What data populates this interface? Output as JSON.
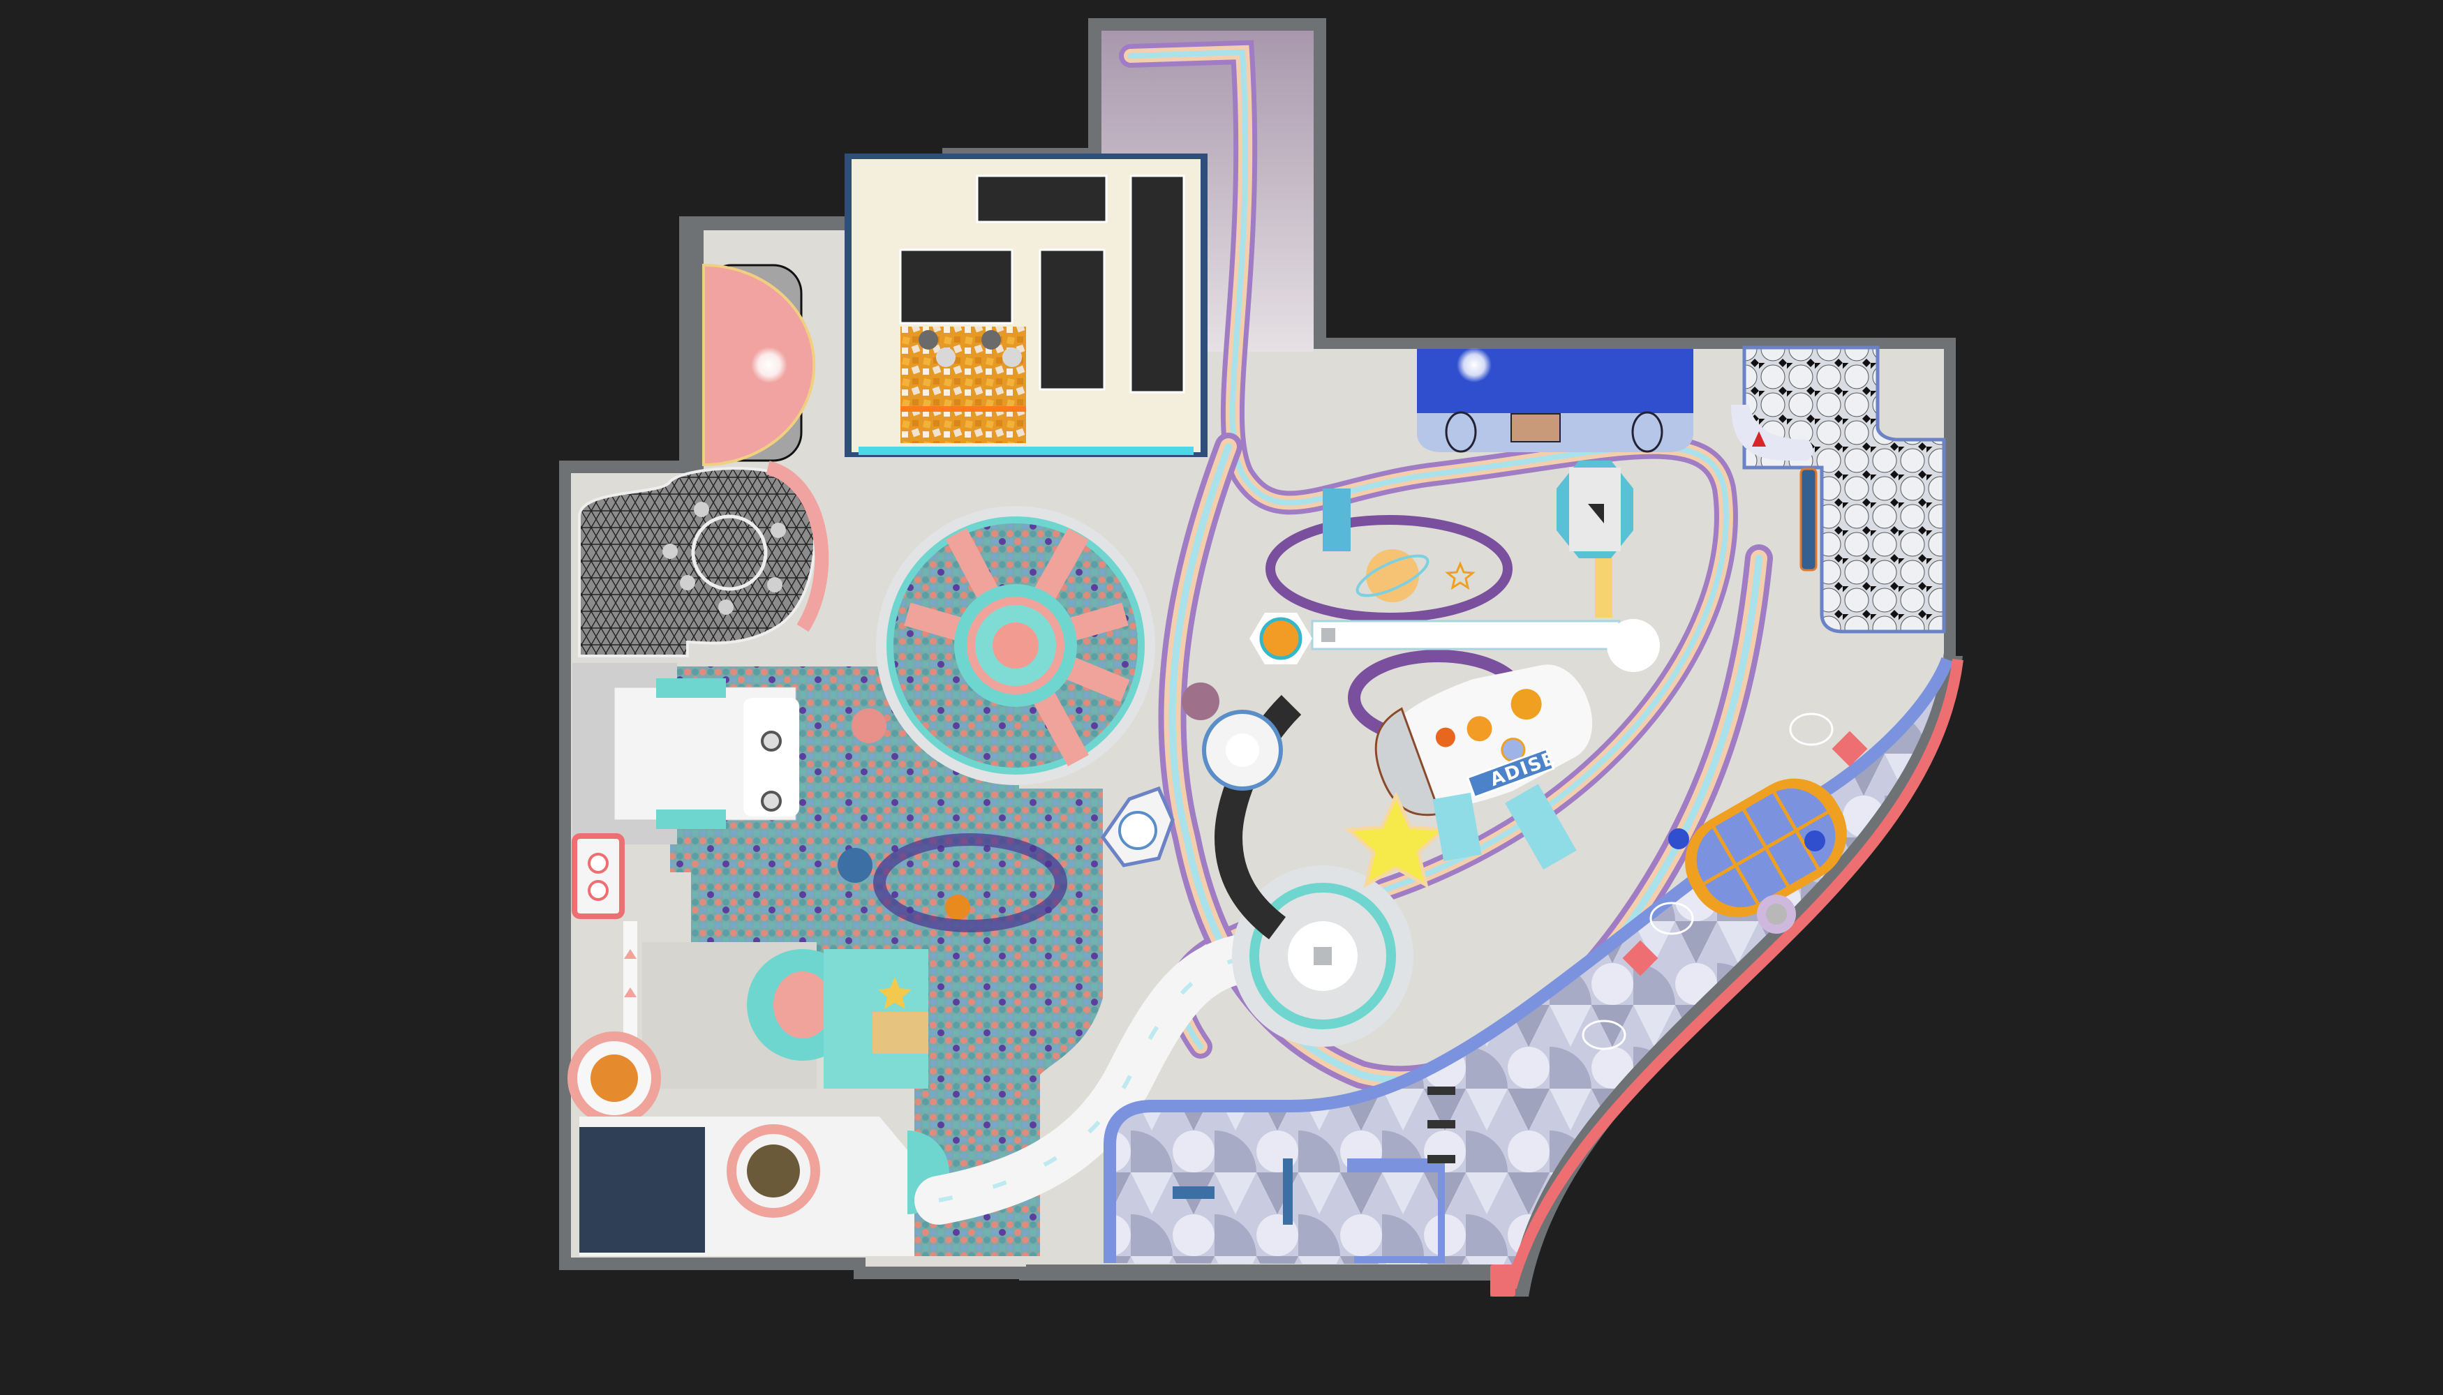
{
  "scene": {
    "type": "top-down 3D render of indoor playground floor plan",
    "background_color": "#1f1f1f",
    "wall_color": "#6e7275",
    "floor_color": "#dedcd6"
  },
  "zones": [
    {
      "id": "trampoline-park",
      "name": "Trampoline area with foam pit"
    },
    {
      "id": "corridor-entrance",
      "name": "North corridor with rainbow floor stripe"
    },
    {
      "id": "blue-stage",
      "name": "Blue stage / bus platform"
    },
    {
      "id": "tile-room",
      "name": "Checkered tile room"
    },
    {
      "id": "dome-room",
      "name": "Pink dome"
    },
    {
      "id": "net-climb",
      "name": "Net climbing area"
    },
    {
      "id": "ball-pit",
      "name": "Ball pit with carousel"
    },
    {
      "id": "soft-play",
      "name": "Soft play structure"
    },
    {
      "id": "rocket-ship",
      "name": "Rocket ship play structure"
    },
    {
      "id": "space-station",
      "name": "Space station dome with tube slide"
    },
    {
      "id": "geo-floor",
      "name": "Geometric pattern floor area"
    },
    {
      "id": "space-capsule",
      "name": "Spaceship capsule on track"
    }
  ],
  "signage": {
    "rocket_sign": "ADISE"
  },
  "colors": {
    "pink": "#f0a3a0",
    "coral": "#ee6f72",
    "teal": "#6fd6cf",
    "purple": "#9f7cc4",
    "peach": "#f4cfae",
    "light_blue": "#a9e2ea",
    "royal_blue": "#2f4fcf",
    "periwinkle": "#7b93df",
    "cream": "#f3efdc",
    "dark_panel": "#2a2a2a",
    "orange": "#f0a020",
    "yellow": "#f5d548"
  }
}
